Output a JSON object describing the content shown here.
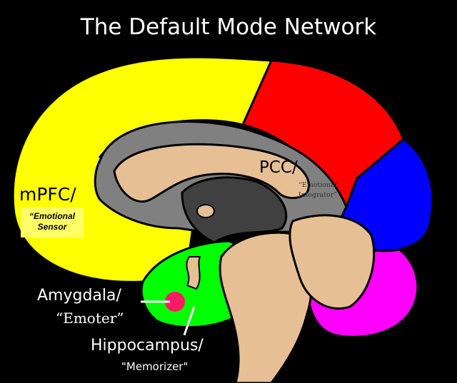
{
  "title": "The Default Mode Network",
  "regions": {
    "mpfc": {
      "label": "mPFC/",
      "sublabel": "“Emotional Sensor",
      "color": "#ffff00"
    },
    "pcc": {
      "label": "PCC/",
      "sublabel": "“Emotional Integrator”",
      "color": "#808080"
    },
    "amygdala": {
      "label": "Amygdala/",
      "sublabel": "“Emoter”",
      "color": "#ff1a66"
    },
    "hippocampus": {
      "label": "Hippocampus/",
      "sublabel": "\"Memorizer\"",
      "color": "#00ff00"
    }
  },
  "colors": {
    "parietal": "#ff0000",
    "occipital": "#0000ff",
    "cerebellum": "#ff00ff",
    "tissue": "#e6bf94",
    "thalamus": "#404040"
  }
}
